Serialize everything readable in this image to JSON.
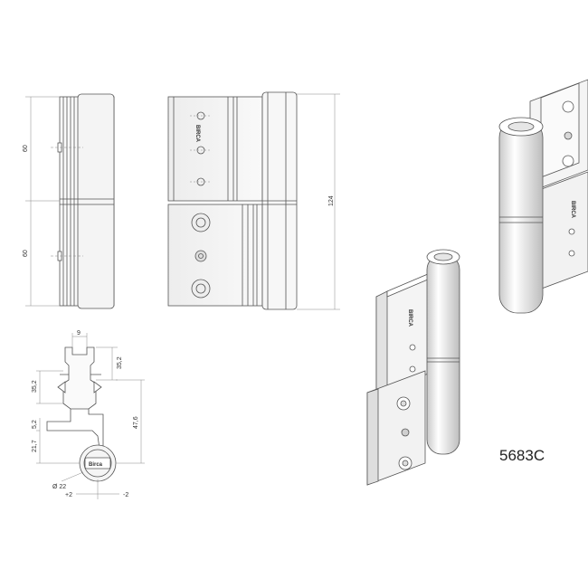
{
  "product": {
    "code": "5683C",
    "brand": "BIRCA",
    "seal_text": "Birca"
  },
  "dimensions": {
    "front_upper": "60",
    "front_lower": "60",
    "side_total": "124",
    "top_width": "9",
    "left_height": "35,2",
    "right_height": "35,2",
    "offset_small": "5,2",
    "offset_lower": "21,7",
    "overall_depth": "47,6",
    "pin_diameter": "Ø 22",
    "adjust_plus": "+2",
    "adjust_minus": "-2"
  },
  "colors": {
    "line": "#555555",
    "fill_light": "#f2f2f2",
    "fill_mid": "#d9d9d9",
    "dim_line": "#888888"
  }
}
